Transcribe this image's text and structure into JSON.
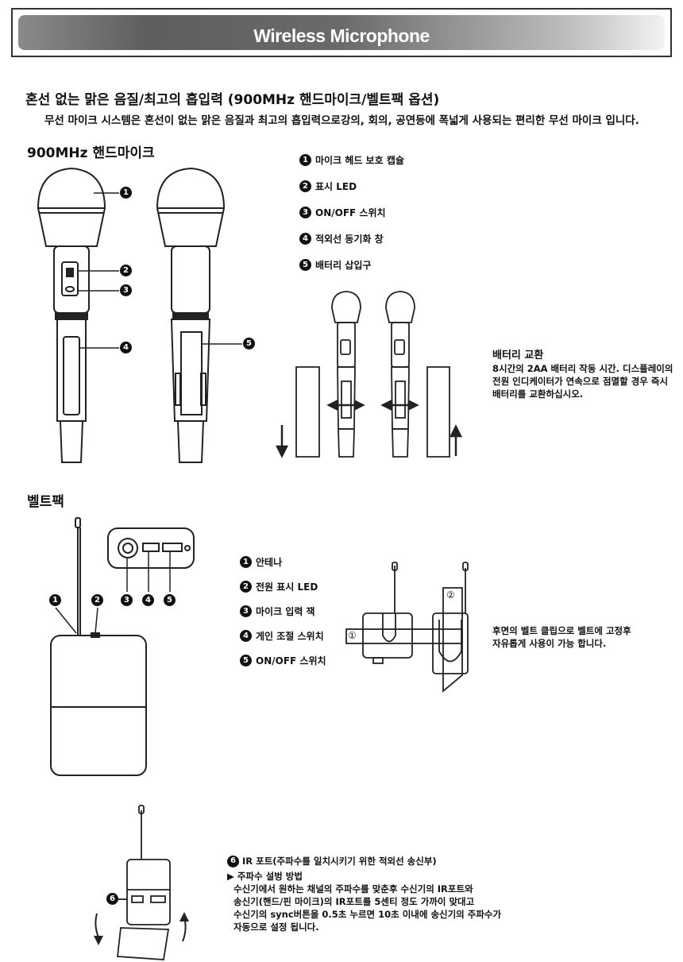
{
  "header": {
    "title": "Wireless Microphone"
  },
  "intro": {
    "headline": "혼선 없는 맑은 음질/최고의 흡입력 (900MHz 핸드마이크/벨트팩 옵션)",
    "description": "무선 마이크 시스템은 혼선이 없는 맑은 음질과 최고의 흡입력으로강의, 회의, 공연등에 폭넓게 사용되는 편리한 무선 마이크 입니다."
  },
  "handmic": {
    "section_title": "900MHz 핸드마이크",
    "features": [
      {
        "num": "1",
        "label": "마이크 헤드 보호 캡슐"
      },
      {
        "num": "2",
        "label": "표시 LED"
      },
      {
        "num": "3",
        "label": "ON/OFF 스위치"
      },
      {
        "num": "4",
        "label": "적외선 동기화 창"
      },
      {
        "num": "5",
        "label": "배터리 삽입구"
      }
    ],
    "battery": {
      "title": "배터리 교환",
      "lines": [
        "8시간의 2AA 배터리 작동 시간. 디스플레이의",
        "전원 인디케이터가 연속으로 점멸할 경우 즉시",
        "배터리를 교환하십시오."
      ]
    }
  },
  "beltpack": {
    "section_title": "벨트팩",
    "features": [
      {
        "num": "1",
        "label": "안테나"
      },
      {
        "num": "2",
        "label": "전원 표시 LED"
      },
      {
        "num": "3",
        "label": "마이크 입력 잭"
      },
      {
        "num": "4",
        "label": "게인 조절 스위치"
      },
      {
        "num": "5",
        "label": "ON/OFF 스위치"
      }
    ],
    "clip": {
      "lines": [
        "후면의 벨트 클립으로 벨트에 고정후",
        "자유롭게 사용이 가능 합니다."
      ],
      "markers": [
        "①",
        "②"
      ]
    },
    "ir": {
      "title": "IR 포트(주파수를 일치시키기 위한 적외선 송신부)",
      "subtitle": "▶ 주파수 설벙 방법",
      "lines": [
        "수신기에서 원하는 채널의 주파수를 맞춘후 수신기의 IR포트와",
        "송신기(핸드/핀 마이크)의 IR포트를 5센티 정도 가까이 맞대고",
        "수신기의 sync버튼을 0.5초 누르면 10초 이내에 송신기의 주파수가",
        "자동으로 설정 됩니다."
      ],
      "marker": "6"
    }
  }
}
